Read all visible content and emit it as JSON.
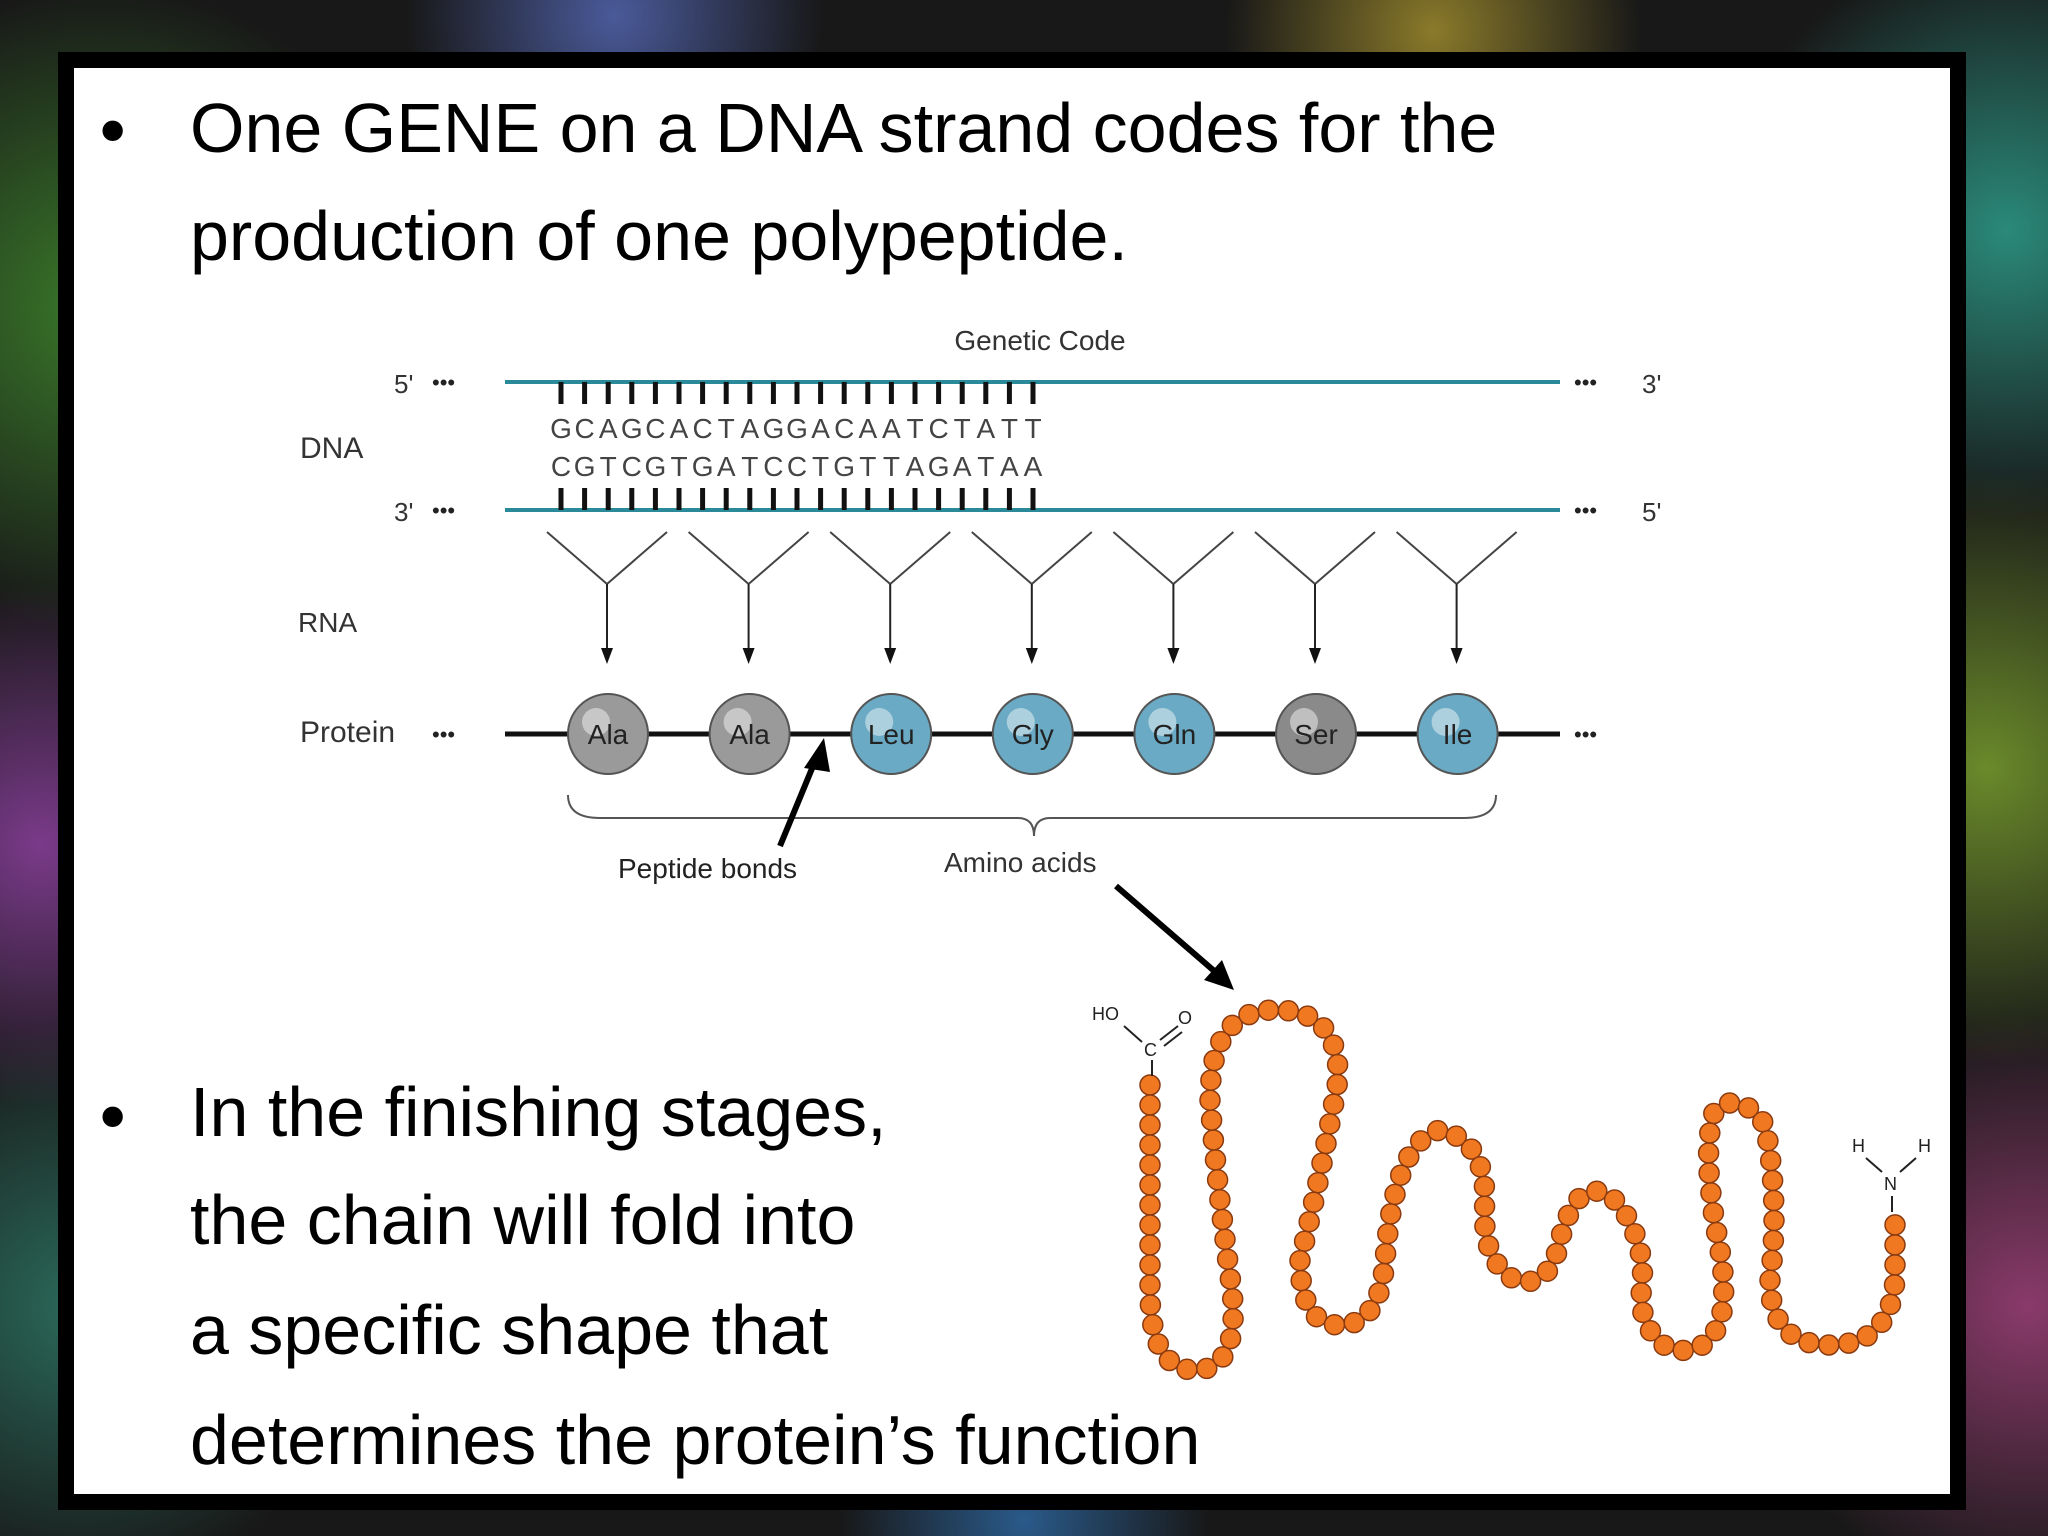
{
  "bullet_symbol": "•",
  "bullet1": {
    "lines": [
      "One GENE on a DNA strand codes for the",
      "production of one polypeptide."
    ]
  },
  "bullet2": {
    "lines": [
      "In the finishing stages,",
      "the chain will fold into",
      "a specific shape that",
      "determines the protein’s function"
    ]
  },
  "diagram": {
    "title": "Genetic Code",
    "dna_label": "DNA",
    "rna_label": "RNA",
    "protein_label": "Protein",
    "five_prime": "5'",
    "three_prime": "3'",
    "ellipsis": "•••",
    "top_strand": [
      "G",
      "C",
      "A",
      "G",
      "C",
      "A",
      "C",
      "T",
      "A",
      "G",
      "G",
      "A",
      "C",
      "A",
      "A",
      "T",
      "C",
      "T",
      "A",
      "T",
      "T"
    ],
    "bottom_strand": [
      "C",
      "G",
      "T",
      "C",
      "G",
      "T",
      "G",
      "A",
      "T",
      "C",
      "C",
      "T",
      "G",
      "T",
      "T",
      "A",
      "G",
      "A",
      "T",
      "A",
      "A"
    ],
    "amino_acids": [
      {
        "name": "Ala",
        "color": "#9a9a9a"
      },
      {
        "name": "Ala",
        "color": "#9a9a9a"
      },
      {
        "name": "Leu",
        "color": "#6aaac4"
      },
      {
        "name": "Gly",
        "color": "#6aaac4"
      },
      {
        "name": "Gln",
        "color": "#6aaac4"
      },
      {
        "name": "Ser",
        "color": "#8a8a8a"
      },
      {
        "name": "Ile",
        "color": "#6aaac4"
      }
    ],
    "peptide_bonds_label": "Peptide bonds",
    "amino_acids_label": "Amino acids",
    "strand_color": "#2a8a9a",
    "bead_color": "#f07820",
    "carboxyl_labels": {
      "ho": "HO",
      "c": "C",
      "o": "O"
    },
    "amine_labels": {
      "h": "H",
      "n": "N"
    }
  }
}
